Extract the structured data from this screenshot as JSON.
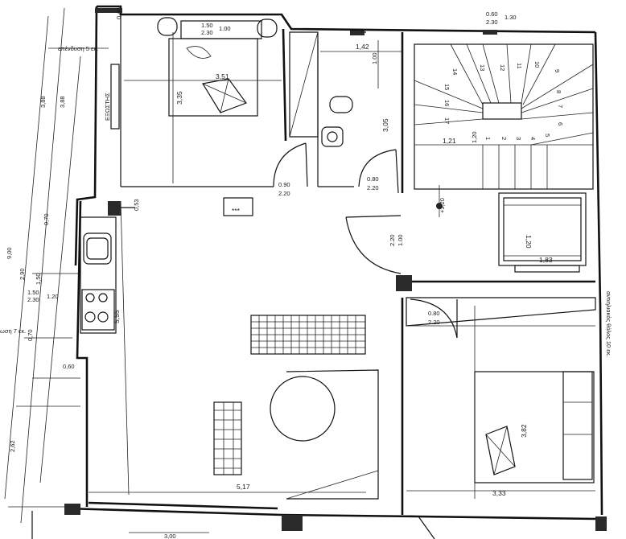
{
  "labels": {
    "insulation_note": "επένδυση 5 εκ.",
    "terrace_label": "ΕΞΩΣΤΗΣ",
    "right_edge_note": "αντιηλιακός θόλος 10 εκ.",
    "left_edge_note": "ωση 7 εκ.",
    "stars": "***",
    "level": "+3,20"
  },
  "dimensions": {
    "top_040": "0,40",
    "top_060": "0.60",
    "top_130": "1.30",
    "top_230": "2.30",
    "window_150": "1.50",
    "window_100": "1.00",
    "window_230": "2.30",
    "bedroom1_width": "3,51",
    "bedroom1_height": "3,35",
    "bath_width": "1,42",
    "bath_100": "1.00",
    "bath_height": "3,05",
    "stair_121": "1,21",
    "stair_120": "1,20",
    "door1_w": "0.90",
    "door1_h": "2.20",
    "door2_w": "0.80",
    "door2_h": "2.20",
    "door3_w": "1.00",
    "door3_h": "2.20",
    "door4_w": "0.80",
    "door4_h": "2.20",
    "dim_053": "0,53",
    "closet_120": "1,20",
    "closet_183": "1,83",
    "left_388a": "3,88",
    "left_388b": "3,88",
    "left_900": "9,00",
    "left_070a": "0,70",
    "left_290": "2,90",
    "left_150": "1,50",
    "left_150b": "1.50",
    "left_230": "2.30",
    "left_120": "1.20",
    "left_070b": "0,70",
    "left_060": "0,60",
    "left_262": "2,62",
    "living_height": "5,55",
    "living_width": "5,17",
    "bedroom2_height": "3,82",
    "bedroom2_width": "3,33",
    "bottom_300": "3,00"
  },
  "stairs": {
    "steps_top": [
      "14",
      "13",
      "12",
      "11",
      "10"
    ],
    "steps_right": [
      "9",
      "8",
      "7",
      "6",
      "5"
    ],
    "steps_inner": [
      "1",
      "2",
      "3",
      "4"
    ],
    "steps_left": [
      "15",
      "16",
      "17"
    ]
  },
  "colors": {
    "wall": "#111111",
    "hatch": "#2a2a2a",
    "paper": "#ffffff"
  }
}
